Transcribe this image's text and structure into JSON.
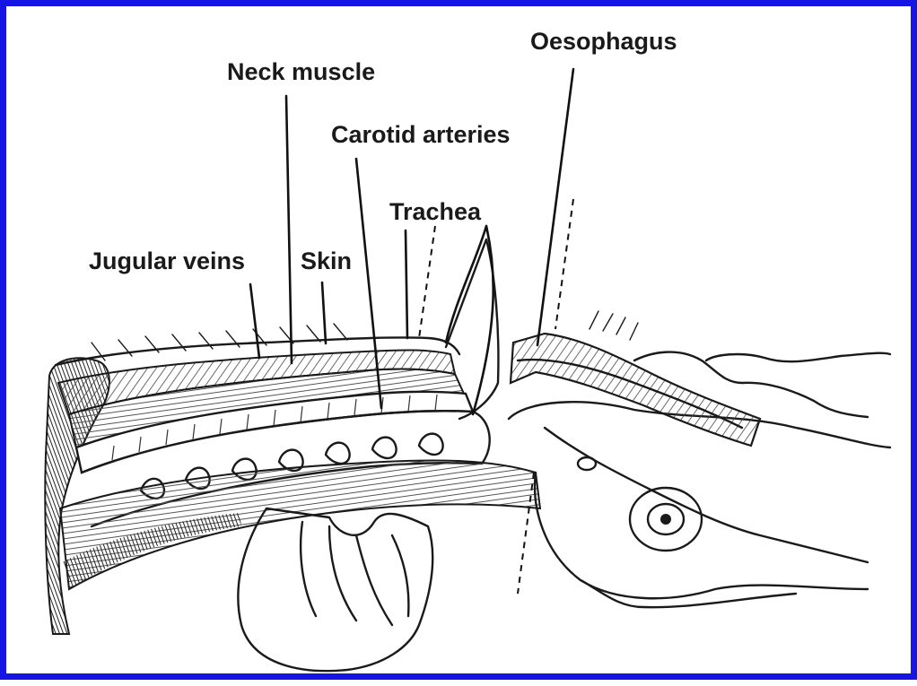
{
  "labels": {
    "oesophagus": "Oesophagus",
    "neck_muscle": "Neck muscle",
    "carotid_arteries": "Carotid arteries",
    "trachea": "Trachea",
    "jugular_veins": "Jugular veins",
    "skin": "Skin"
  },
  "colors": {
    "frame": "#1515e6",
    "ink": "#1a1a1a",
    "background": "#ffffff"
  }
}
